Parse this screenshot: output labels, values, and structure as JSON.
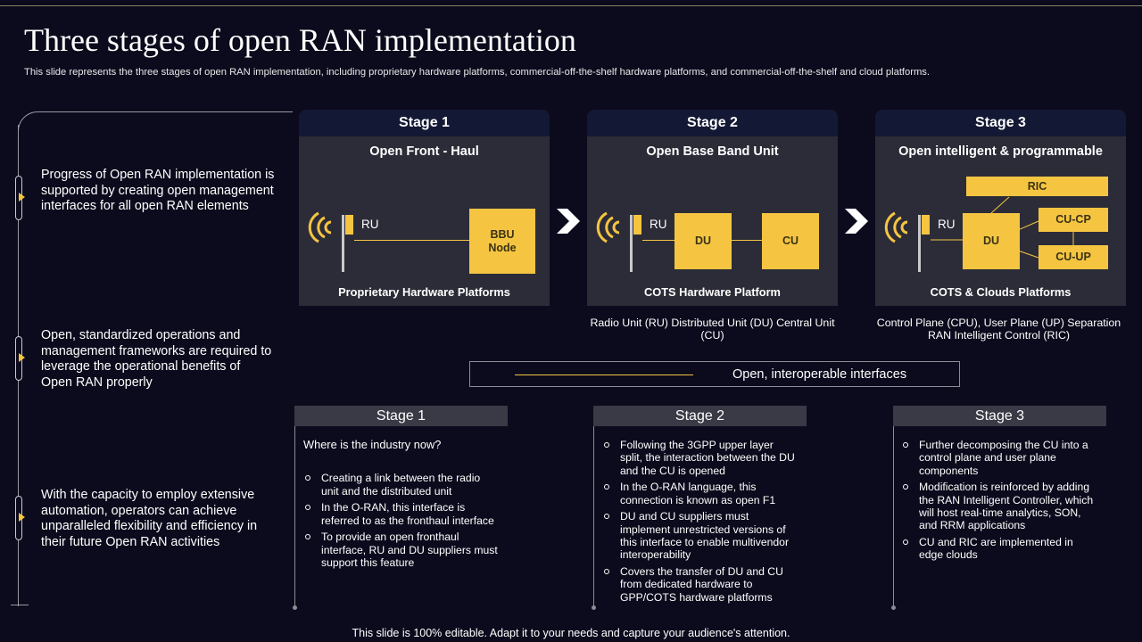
{
  "title": "Three stages of open RAN implementation",
  "subtitle": "This slide represents the three stages of open RAN implementation, including proprietary hardware platforms, commercial-off-the-shelf hardware platforms, and commercial-off-the-shelf and cloud platforms.",
  "accent_color": "#f5c542",
  "left_points": [
    "Progress of Open RAN implementation is supported by creating open management interfaces for all open RAN elements",
    "Open, standardized operations and management frameworks are required to leverage the operational benefits of Open RAN properly",
    "With the capacity to employ extensive automation, operators can achieve unparalleled flexibility and efficiency in their future Open RAN activities"
  ],
  "stages": [
    {
      "heading": "Stage 1",
      "subtitle": "Open Front - Haul",
      "footer": "Proprietary Hardware Platforms",
      "ru": "RU",
      "boxes": [
        "BBU\nNode"
      ],
      "description": ""
    },
    {
      "heading": "Stage 2",
      "subtitle": "Open Base Band Unit",
      "footer": "COTS Hardware Platform",
      "ru": "RU",
      "boxes": [
        "DU",
        "CU"
      ],
      "description": "Radio Unit (RU) Distributed Unit (DU) Central Unit (CU)"
    },
    {
      "heading": "Stage 3",
      "subtitle": "Open intelligent & programmable",
      "footer": "COTS & Clouds Platforms",
      "ru": "RU",
      "boxes": [
        "RIC",
        "DU",
        "CU-CP",
        "CU-UP"
      ],
      "description": "Control Plane (CPU), User Plane (UP) Separation RAN  Intelligent Control (RIC)"
    }
  ],
  "interop_label": "Open, interoperable interfaces",
  "details": [
    {
      "heading": "Stage 1",
      "intro": "Where is the industry now?",
      "bullets": [
        "Creating a link between the radio unit and the distributed unit",
        "In the O-RAN, this interface is referred to as the fronthaul interface",
        "To provide an open fronthaul interface, RU and DU suppliers must support this feature"
      ]
    },
    {
      "heading": "Stage 2",
      "intro": "",
      "bullets": [
        "Following the 3GPP upper layer split, the interaction between the DU and the CU is opened",
        "In the O-RAN language, this connection is known as open F1",
        "DU and CU suppliers must implement unrestricted versions of this interface to enable multivendor interoperability",
        "Covers the transfer of DU and CU from dedicated hardware to GPP/COTS hardware platforms"
      ]
    },
    {
      "heading": "Stage 3",
      "intro": "",
      "bullets": [
        "Further decomposing the CU into a control plane and user plane components",
        "Modification is reinforced by adding the RAN Intelligent Controller, which will host real-time analytics, SON, and RRM applications",
        "CU and RIC are implemented in edge clouds"
      ]
    }
  ],
  "footer": "This slide is 100% editable. Adapt it to your needs and capture your audience's attention."
}
